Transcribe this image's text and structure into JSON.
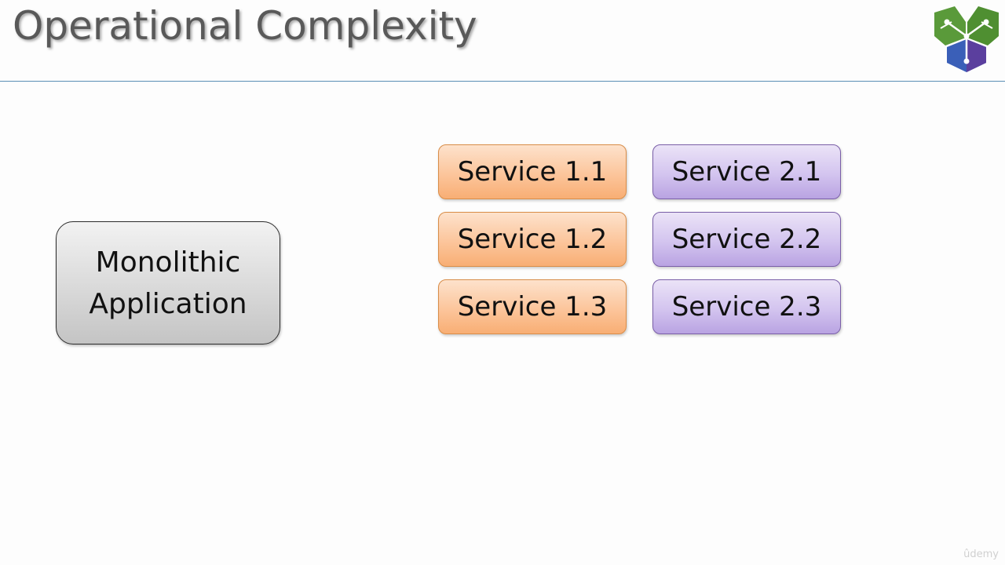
{
  "slide": {
    "title": "Operational Complexity"
  },
  "monolith": {
    "line1": "Monolithic",
    "line2": "Application"
  },
  "services": {
    "group1": [
      "Service 1.1",
      "Service 1.2",
      "Service 1.3"
    ],
    "group2": [
      "Service 2.1",
      "Service 2.2",
      "Service 2.3"
    ]
  },
  "colors": {
    "title_text": "#595959",
    "rule": "#5b8fb5",
    "group1_fill": "#fcc59b",
    "group2_fill": "#d3c4ef",
    "monolith_fill": "#d9d9d9"
  },
  "icons": {
    "logo": "hexagon-cube-logo-icon"
  },
  "watermark": "ûdemy"
}
